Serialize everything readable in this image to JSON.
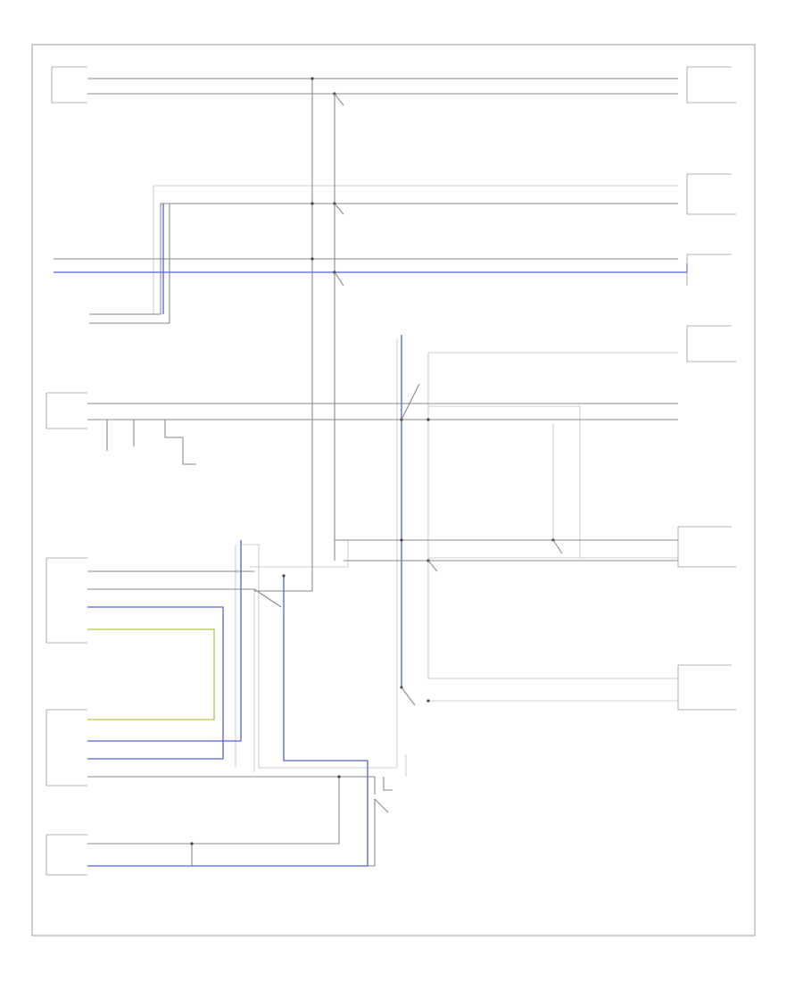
{
  "diagram": {
    "footer_code": "",
    "components": [
      {
        "id": "c_ign_rl",
        "label": ""
      },
      {
        "id": "c_body_ctrl",
        "label": ""
      },
      {
        "id": "c_rf_sensor",
        "label": ""
      }
    ]
  }
}
